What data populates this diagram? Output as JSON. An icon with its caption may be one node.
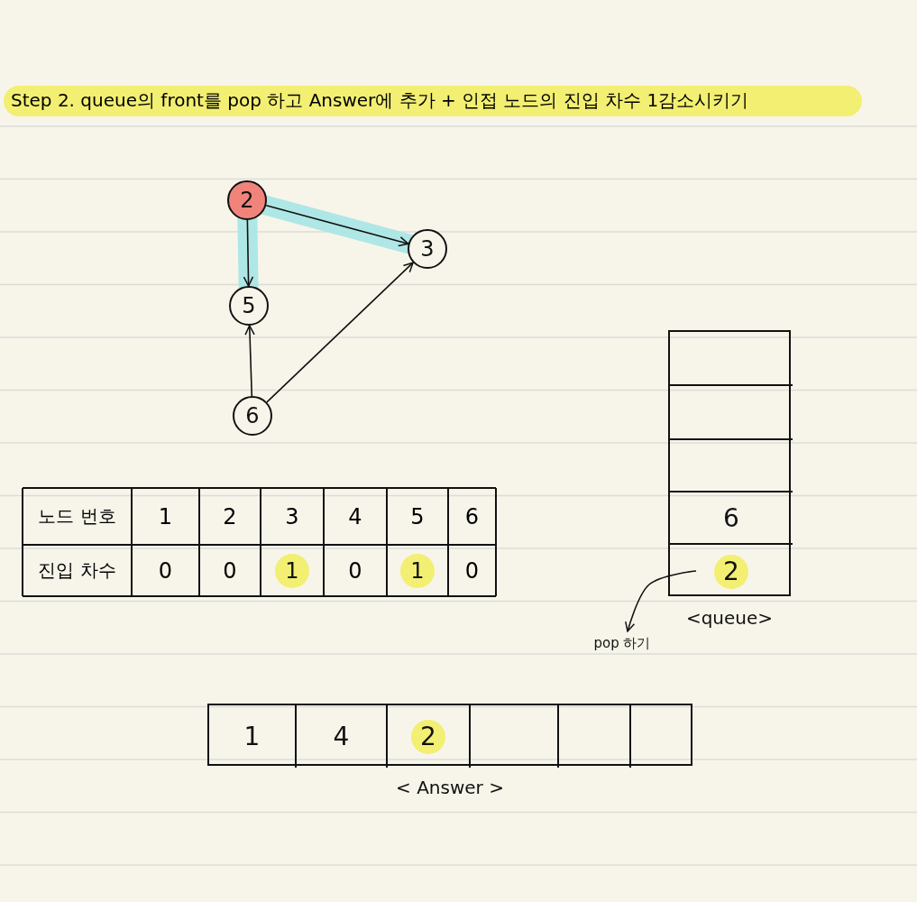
{
  "diagram": {
    "title": "Step 2. queue의 front를 pop 하고 Answer에 추가 + 인접 노드의 진입 차수 1감소시키기",
    "nodes": [
      {
        "text": [
          "2"
        ]
      },
      {
        "text": [
          "3"
        ]
      },
      {
        "text": [
          "5"
        ]
      },
      {
        "text": [
          "6"
        ]
      },
      {
        "text": [],
        "shape": "box",
        "beside": [
          "<queue>"
        ]
      },
      {
        "text": [],
        "shape": "box",
        "in": 4
      },
      {
        "text": [],
        "shape": "box",
        "in": 4
      },
      {
        "text": [],
        "shape": "box",
        "in": 4
      },
      {
        "text": [
          "6"
        ],
        "in": 4
      },
      {
        "text": [
          "2"
        ],
        "in": 4
      },
      {
        "text": [
          "pop 하기"
        ]
      },
      {
        "text": [],
        "shape": "box",
        "beside": [
          "< Answer >"
        ]
      },
      {
        "text": [
          "1"
        ],
        "in": 11
      },
      {
        "text": [
          "4"
        ],
        "in": 11
      },
      {
        "text": [
          "2"
        ],
        "in": 11
      },
      {
        "text": [],
        "shape": "box",
        "in": 11
      },
      {
        "text": [],
        "shape": "box",
        "in": 11
      },
      {
        "text": [],
        "shape": "box",
        "in": 11
      },
      {
        "text": [
          "1"
        ]
      },
      {
        "text": [
          "1"
        ]
      }
    ],
    "edges": [
      {
        "from": 0,
        "to": 2,
        "arrow": "to"
      },
      {
        "from": 0,
        "to": 1,
        "arrow": "to"
      },
      {
        "from": 3,
        "to": 2,
        "arrow": "to"
      },
      {
        "from": 3,
        "to": 1,
        "arrow": "to"
      },
      {
        "from": 9,
        "to": 10,
        "arrow": "to"
      }
    ],
    "labels": [
      "노드 번호",
      "1",
      "2",
      "3",
      "4",
      "5",
      "6",
      "진입 차수",
      "0",
      "0",
      "0",
      "0"
    ]
  }
}
